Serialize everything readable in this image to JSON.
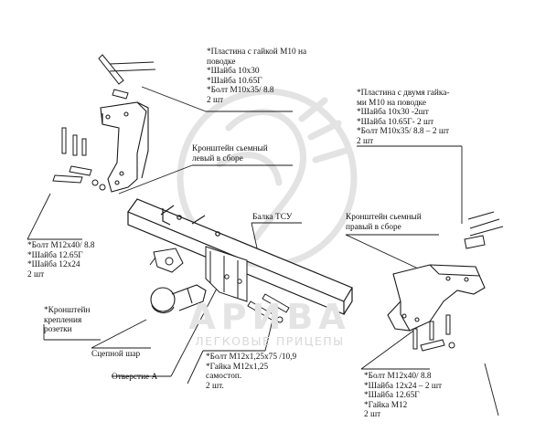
{
  "watermark": {
    "brand": "АРИВА",
    "tagline": "ЛЕГКОВЫЕ ПРИЦЕПЫ"
  },
  "labels": {
    "left_plate_kit": [
      "*Пластина с гайкой М10 на",
      "поводке",
      "*Шайба 10х30",
      "*Шайба 10.65Г",
      "*Болт М10х35/ 8.8",
      "2 шт"
    ],
    "right_plate_kit": [
      "*Пластина с двумя гайка-",
      "ми М10 на поводке",
      "*Шайба 10х30 -2шт",
      "*Шайба 10.65Г- 2 шт",
      "*Болт М10х35/ 8.8 – 2 шт",
      "2 шт"
    ],
    "left_bracket": [
      "Кронштейн сьемный",
      "левый в сборе"
    ],
    "beam": "Балка ТСУ",
    "right_bracket": [
      "Кронштейн сьемный",
      "правый в сборе"
    ],
    "left_bolt_kit": [
      "*Болт М12х40/ 8.8",
      "*Шайба 12.65Г",
      "*Шайба 12х24",
      "2 шт"
    ],
    "socket_bracket": [
      "*Кронштейн",
      "крепления",
      "розетки"
    ],
    "tow_ball": "Сцепной шар",
    "hole_a": "Отверстие А",
    "center_bolt_kit": [
      "*Болт М12х1,25х75 /10,9",
      "*Гайка М12х1,25",
      "самостоп.",
      "2 шт."
    ],
    "right_bolt_kit": [
      "*Болт М12х40/ 8.8",
      "*Шайба 12х24 – 2 шт",
      "*Шайба 12.65Г",
      "*Гайка М12",
      "2 шт"
    ]
  }
}
